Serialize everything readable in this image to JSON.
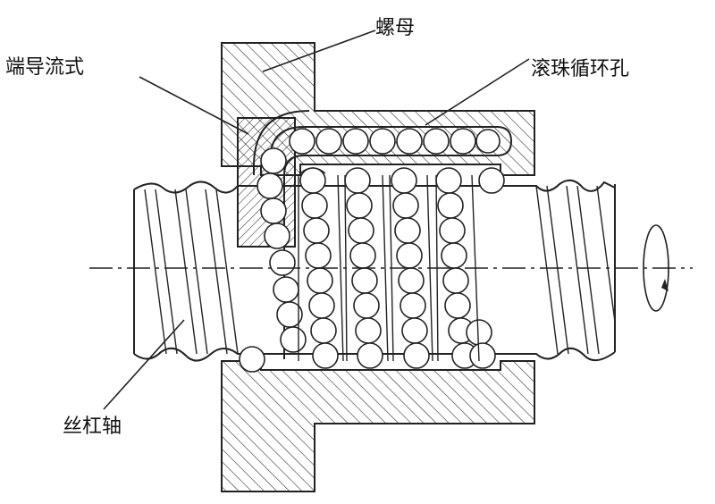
{
  "labels": {
    "nut": "螺母",
    "end_guide": "端导流式",
    "recirc_hole": "滚珠循环孔",
    "screw_shaft": "丝杠轴"
  },
  "colors": {
    "line": "#222222",
    "hatch": "#333333",
    "background": "#ffffff",
    "ball_fill": "#ffffff"
  },
  "icons": {
    "rotation": "rotation-arrow-icon"
  }
}
